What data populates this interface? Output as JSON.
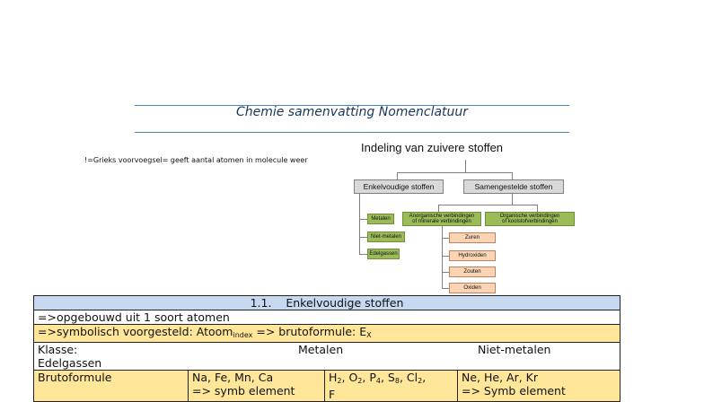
{
  "header": {
    "title": "Chemie samenvatting Nomenclatuur"
  },
  "note": "!=Grieks voorvoegsel= geeft aantal atomen in molecule weer",
  "diagram": {
    "title": "Indeling van zuivere stoffen",
    "enkelvoudig": "Enkelvoudige stoffen",
    "samengesteld": "Samengestelde stoffen",
    "metalen": "Metalen",
    "niet_metalen": "Niet-metalen",
    "edelgassen": "Edelgassen",
    "anorganisch_1": "Anorganische verbindingen",
    "anorganisch_2": "of minerale verbindingen",
    "organisch_1": "Organische verbindingen",
    "organisch_2": "of koolstofverbindingen",
    "zuren": "Zuren",
    "hydroxiden": "Hydroxiden",
    "zouten": "Zouten",
    "oxiden": "Oxiden"
  },
  "table": {
    "section_number": "1.1.",
    "section_title": "Enkelvoudige stoffen",
    "row1": "=>opgebouwd uit 1 soort atomen",
    "row2_a": "=>symbolisch voorgesteld: Atoom",
    "row2_sub": "index",
    "row2_b": " => brutoformule: E",
    "row2_sub2": "X",
    "klasse_label": "Klasse:",
    "metalen": "Metalen",
    "niet_metalen": "Niet-metalen",
    "edelgassen": "Edelgassen",
    "brutoformule": "Brutoformule",
    "metalen_formules": "Na, Fe, Mn, Ca",
    "metalen_formules_2": "=> symb element",
    "edelgassen_formules": "Ne, He, Ar, Kr",
    "edelgassen_formules_2": "=> Symb element",
    "nm": {
      "h": "H",
      "h_sub": "2",
      "o": ", O",
      "o_sub": "2",
      "p": ", P",
      "p_sub": "4",
      "s": ", S",
      "s_sub": "8",
      "cl": ", Cl",
      "cl_sub": "2",
      "tail": ",",
      "line2": "F"
    }
  }
}
